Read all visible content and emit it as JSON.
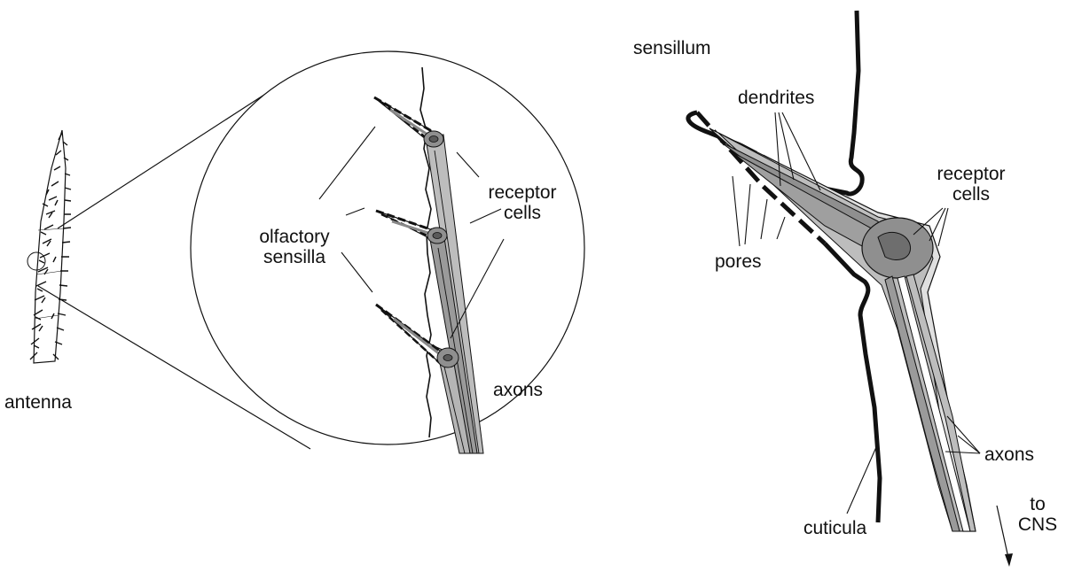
{
  "labels": {
    "antenna": "antenna",
    "olfactory_sensilla_1": "olfactory",
    "olfactory_sensilla_2": "sensilla",
    "receptor_cells_left_1": "receptor",
    "receptor_cells_left_2": "cells",
    "axons_left": "axons",
    "sensillum": "sensillum",
    "dendrites": "dendrites",
    "receptor_cells_right_1": "receptor",
    "receptor_cells_right_2": "cells",
    "pores": "pores",
    "axons_right": "axons",
    "to_cns_1": "to",
    "to_cns_2": "CNS",
    "cuticula": "cuticula"
  },
  "colors": {
    "line": "#111111",
    "cell_dark": "#6e6e6e",
    "cell_mid": "#8f8f8f",
    "cell_light": "#bdbdbd",
    "cell_pale": "#e0e0e0"
  }
}
